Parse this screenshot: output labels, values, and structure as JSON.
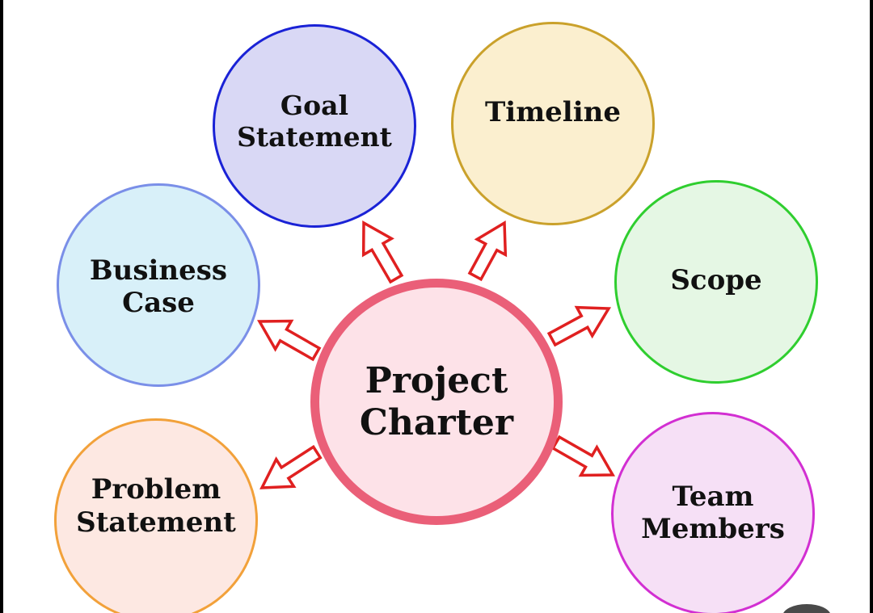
{
  "diagram": {
    "center": {
      "lines": [
        "Project",
        "Charter"
      ],
      "fill": "#fde2e8",
      "stroke": "#ea5f78"
    },
    "nodes": [
      {
        "id": "goal-statement",
        "lines": [
          "Goal",
          "Statement"
        ],
        "fill": "#d9d8f5",
        "stroke": "#1a22d6"
      },
      {
        "id": "timeline",
        "lines": [
          "Timeline"
        ],
        "fill": "#fbefcf",
        "stroke": "#caa12b"
      },
      {
        "id": "scope",
        "lines": [
          "Scope"
        ],
        "fill": "#e5f7e4",
        "stroke": "#2fce2f"
      },
      {
        "id": "team-members",
        "lines": [
          "Team",
          "Members"
        ],
        "fill": "#f6e0f6",
        "stroke": "#d22fd2"
      },
      {
        "id": "problem-statement",
        "lines": [
          "Problem",
          "Statement"
        ],
        "fill": "#fde8e2",
        "stroke": "#f2a13a"
      },
      {
        "id": "business-case",
        "lines": [
          "Business",
          "Case"
        ],
        "fill": "#d8f0f9",
        "stroke": "#7a8fe8"
      }
    ],
    "arrow_color": "#e02020"
  }
}
